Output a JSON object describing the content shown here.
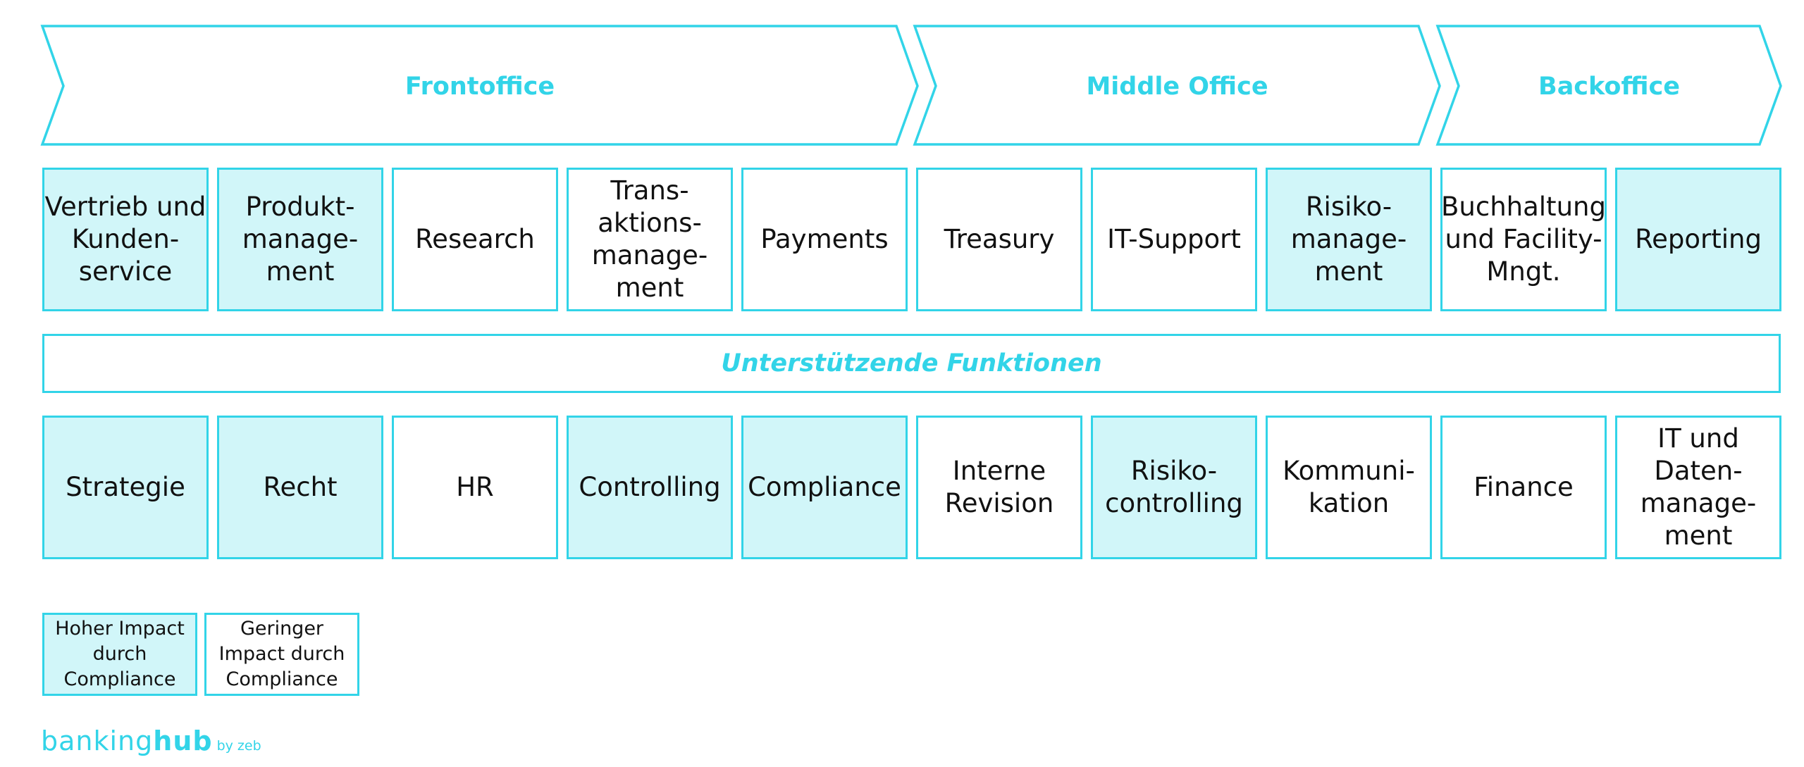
{
  "process_stages": [
    {
      "label": "Frontoffice"
    },
    {
      "label": "Middle Office"
    },
    {
      "label": "Backoffice"
    }
  ],
  "core_functions": [
    {
      "label": "Vertrieb und\nKunden-\nservice",
      "impact": "high"
    },
    {
      "label": "Produkt-\nmanage-\nment",
      "impact": "high"
    },
    {
      "label": "Research",
      "impact": "low"
    },
    {
      "label": "Trans-\naktions-\nmanage-\nment",
      "impact": "low"
    },
    {
      "label": "Payments",
      "impact": "low"
    },
    {
      "label": "Treasury",
      "impact": "low"
    },
    {
      "label": "IT-Support",
      "impact": "low"
    },
    {
      "label": "Risiko-\nmanage-\nment",
      "impact": "high"
    },
    {
      "label": "Buchhaltung\nund Facility-\nMngt.",
      "impact": "low"
    },
    {
      "label": "Reporting",
      "impact": "high"
    }
  ],
  "support_header": "Unterstützende Funktionen",
  "support_functions": [
    {
      "label": "Strategie",
      "impact": "high"
    },
    {
      "label": "Recht",
      "impact": "high"
    },
    {
      "label": "HR",
      "impact": "low"
    },
    {
      "label": "Controlling",
      "impact": "high"
    },
    {
      "label": "Compliance",
      "impact": "high"
    },
    {
      "label": "Interne\nRevision",
      "impact": "low"
    },
    {
      "label": "Risiko-\ncontrolling",
      "impact": "high"
    },
    {
      "label": "Kommuni-\nkation",
      "impact": "low"
    },
    {
      "label": "Finance",
      "impact": "low"
    },
    {
      "label": "IT und\nDaten-\nmanage-\nment",
      "impact": "low"
    }
  ],
  "legend": {
    "high": "Hoher Impact\ndurch\nCompliance",
    "low": "Geringer\nImpact durch\nCompliance"
  },
  "logo": {
    "part1": "banking",
    "part2": "hub",
    "part3": "by zeb"
  },
  "colors": {
    "accent": "#32d4e8",
    "high_fill": "#d1f6f9",
    "low_fill": "#ffffff",
    "text": "#111111"
  }
}
